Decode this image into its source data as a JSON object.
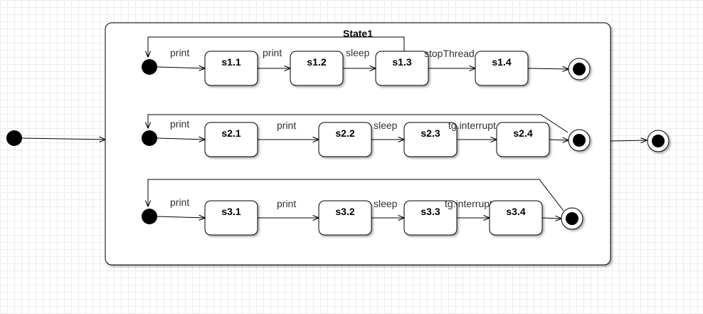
{
  "composite": {
    "title": "State1"
  },
  "regions": [
    {
      "states": [
        "s1.1",
        "s1.2",
        "s1.3",
        "s1.4"
      ],
      "edge_labels": [
        "print",
        "print",
        "sleep",
        "stopThread"
      ]
    },
    {
      "states": [
        "s2.1",
        "s2.2",
        "s2.3",
        "s2.4"
      ],
      "edge_labels": [
        "print",
        "print",
        "sleep",
        "tg.interrupt"
      ]
    },
    {
      "states": [
        "s3.1",
        "s3.2",
        "s3.3",
        "s3.4"
      ],
      "edge_labels": [
        "print",
        "print",
        "sleep",
        "tg.interrupt"
      ]
    }
  ],
  "colors": {
    "stroke": "#000000",
    "fill": "#ffffff",
    "grid": "#ececec",
    "label": "#333333"
  }
}
